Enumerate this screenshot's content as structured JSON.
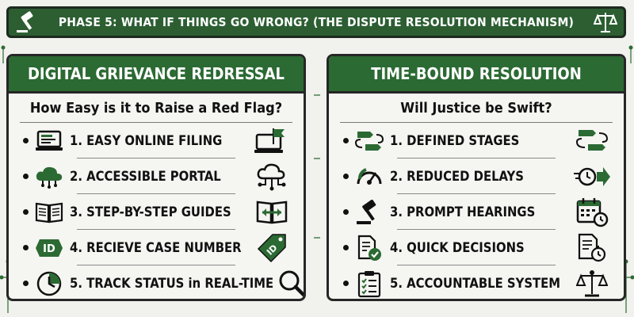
{
  "banner": {
    "title": "PHASE 5: WHAT IF THINGS GO WRONG? (THE DISPUTE RESOLUTION MECHANISM)",
    "left_icon": "gavel-icon",
    "right_icon": "scales-icon"
  },
  "left_panel": {
    "title": "DIGITAL GRIEVANCE REDRESSAL",
    "subtitle": "How Easy is it to Raise a Red Flag?",
    "items": [
      {
        "label": "1. EASY ONLINE FILING",
        "left_icon": "laptop-form-icon",
        "right_icon": "laptop-flag-icon"
      },
      {
        "label": "2. ACCESSIBLE PORTAL",
        "left_icon": "cloud-icon",
        "right_icon": "cloud-network-icon"
      },
      {
        "label": "3. STEP-BY-STEP GUIDES",
        "left_icon": "open-book-icon",
        "right_icon": "book-arrows-icon"
      },
      {
        "label": "4. RECIEVE CASE NUMBER",
        "left_icon": "id-badge-icon",
        "right_icon": "id-tag-icon"
      },
      {
        "label": "5. TRACK STATUS in REAL-TIME",
        "left_icon": "clock-icon",
        "right_icon": "magnifier-icon"
      }
    ]
  },
  "right_panel": {
    "title": "TIME-BOUND RESOLUTION",
    "subtitle": "Will Justice be Swift?",
    "items": [
      {
        "label": "1. DEFINED STAGES",
        "left_icon": "stages-flow-icon",
        "right_icon": "stages-flow-icon"
      },
      {
        "label": "2. REDUCED DELAYS",
        "left_icon": "speedometer-icon",
        "right_icon": "fast-clock-arrow-icon"
      },
      {
        "label": "3. PROMPT HEARINGS",
        "left_icon": "gavel-icon",
        "right_icon": "calendar-clock-icon"
      },
      {
        "label": "4. QUICK DECISIONS",
        "left_icon": "document-check-icon",
        "right_icon": "document-stopwatch-icon"
      },
      {
        "label": "5. ACCOUNTABLE SYSTEM",
        "left_icon": "checklist-icon",
        "right_icon": "scales-icon"
      }
    ]
  },
  "colors": {
    "green": "#2b6a33",
    "dark_green": "#1f4d26",
    "background": "#f1f1ed",
    "border": "#262626"
  }
}
